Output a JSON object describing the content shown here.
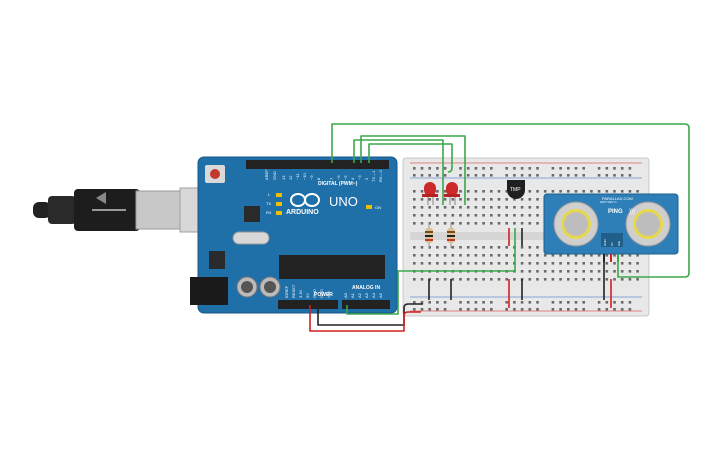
{
  "arduino": {
    "brand": "ARDUINO",
    "model": "UNO",
    "digital_label": "DIGITAL (PWM~)",
    "power_label": "POWER",
    "analog_label": "ANALOG IN",
    "aref": "AREF",
    "gnd": "GND",
    "l_label": "L",
    "tx_label": "TX",
    "rx_label": "RX",
    "on_label": "ON",
    "ioref": "IOREF",
    "reset": "RESET",
    "v33": "3.3V",
    "v5": "5V",
    "vin": "VIN",
    "pin_13": "13",
    "pin_12": "12",
    "pin_11": "~11",
    "pin_10": "~10",
    "pin_9": "~9",
    "pin_8": "8",
    "pin_7": "7",
    "pin_6": "~6",
    "pin_5": "~5",
    "pin_4": "4",
    "pin_3": "~3",
    "pin_2": "2",
    "pin_tx1": "TX→1",
    "pin_rx0": "RX←0",
    "a0": "A0",
    "a1": "A1",
    "a2": "A2",
    "a3": "A3",
    "a4": "A4",
    "a5": "A5"
  },
  "sensor": {
    "brand": "PARALLAX.COM",
    "name": "PING",
    "rev": "2007 REV C",
    "gnd": "GND",
    "v5": "5V",
    "sig": "SIG"
  },
  "temp_sensor": {
    "label": "TMP"
  },
  "colors": {
    "board_blue": "#1f6fa8",
    "breadboard": "#e8e8e8",
    "wire_green": "#3aa84a",
    "wire_red": "#d32020",
    "wire_black": "#222222",
    "led_red": "#cc2a2a",
    "sensor_blue": "#2e7fb8"
  }
}
